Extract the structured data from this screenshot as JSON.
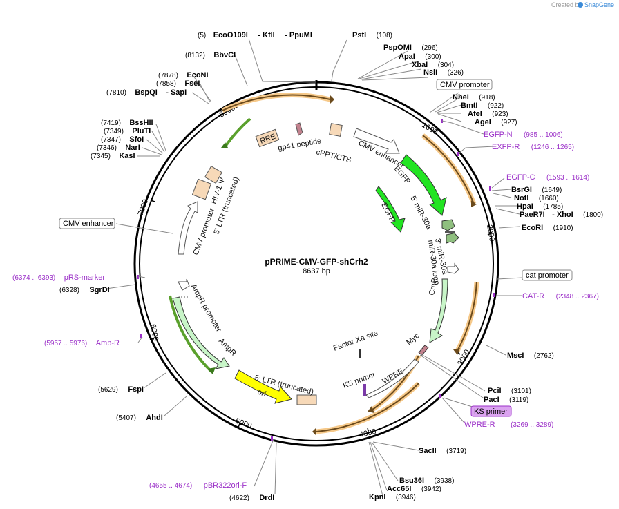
{
  "brand": {
    "created_by": "Created by",
    "app_name": "SnapGene"
  },
  "map": {
    "name": "pPRIME-CMV-GFP-shCrh2",
    "size": "8637 bp",
    "ticks": [
      "1000",
      "2000",
      "3000",
      "4000",
      "5000",
      "6000",
      "7000",
      "8000"
    ]
  },
  "enzymes": [
    {
      "pos": "(5)",
      "name": "EcoO109I"
    },
    {
      "name": "- KflI"
    },
    {
      "name": "- PpuMI"
    },
    {
      "name": "PstI",
      "pos": "(108)"
    },
    {
      "name": "PspOMI",
      "pos": "(296)"
    },
    {
      "name": "ApaI",
      "pos": "(300)"
    },
    {
      "name": "XbaI",
      "pos": "(304)"
    },
    {
      "name": "NsiI",
      "pos": "(326)"
    },
    {
      "name": "NheI",
      "pos": "(918)"
    },
    {
      "name": "BmtI",
      "pos": "(922)"
    },
    {
      "name": "AfeI",
      "pos": "(923)"
    },
    {
      "name": "AgeI",
      "pos": "(927)"
    },
    {
      "name": "BsrGI",
      "pos": "(1649)"
    },
    {
      "name": "NotI",
      "pos": "(1660)"
    },
    {
      "name": "HpaI",
      "pos": "(1785)"
    },
    {
      "name": "PaeR7I",
      "pos": "(1800)"
    },
    {
      "name": "- XhoI"
    },
    {
      "name": "EcoRI",
      "pos": "(1910)"
    },
    {
      "name": "MscI",
      "pos": "(2762)"
    },
    {
      "name": "PciI",
      "pos": "(3101)"
    },
    {
      "name": "PacI",
      "pos": "(3119)"
    },
    {
      "name": "SacII",
      "pos": "(3719)"
    },
    {
      "name": "Bsu36I",
      "pos": "(3938)"
    },
    {
      "name": "Acc65I",
      "pos": "(3942)"
    },
    {
      "name": "KpnI",
      "pos": "(3946)"
    },
    {
      "pos": "(4622)",
      "name": "DrdI"
    },
    {
      "pos": "(5407)",
      "name": "AhdI"
    },
    {
      "pos": "(5629)",
      "name": "FspI"
    },
    {
      "pos": "(6328)",
      "name": "SgrDI"
    },
    {
      "pos": "(7345)",
      "name": "KasI"
    },
    {
      "pos": "(7346)",
      "name": "NarI"
    },
    {
      "pos": "(7347)",
      "name": "SfoI"
    },
    {
      "pos": "(7349)",
      "name": "PluTI"
    },
    {
      "pos": "(7419)",
      "name": "BssHII"
    },
    {
      "pos": "(7810)",
      "name": "BspQI"
    },
    {
      "name": "- SapI"
    },
    {
      "pos": "(7858)",
      "name": "FseI"
    },
    {
      "pos": "(7878)",
      "name": "EcoNI"
    },
    {
      "pos": "(8132)",
      "name": "BbvCI"
    }
  ],
  "primers": [
    {
      "name": "EGFP-N",
      "range": "(985 .. 1006)"
    },
    {
      "name": "EXFP-R",
      "range": "(1246 .. 1265)"
    },
    {
      "name": "EGFP-C",
      "range": "(1593 .. 1614)"
    },
    {
      "name": "CAT-R",
      "range": "(2348 .. 2367)"
    },
    {
      "name": "WPRE-R",
      "range": "(3269 .. 3289)"
    },
    {
      "range": "(4655 .. 4674)",
      "name": "pBR322ori-F"
    },
    {
      "range": "(5957 .. 5976)",
      "name": "Amp-R"
    },
    {
      "range": "(6374 .. 6393)",
      "name": "pRS-marker"
    }
  ],
  "boxed": {
    "cmv_promoter": "CMV promoter",
    "cat_promoter": "cat promoter",
    "ks_primer": "KS primer",
    "cmv_enhancer": "CMV enhancer"
  },
  "features": {
    "rre": "RRE",
    "gp41": "gp41 peptide",
    "cppt": "cPPT/CTS",
    "cmv_enh": "CMV enhancer",
    "egfp1": "EGFP",
    "egfp2": "EGFP",
    "mir5": "5' miR-30a",
    "mir3": "3' miR-30a",
    "loop": "miR-30a loop",
    "cmr": "CmR",
    "myc": "Myc",
    "factorxa": "Factor Xa site",
    "ks": "KS primer",
    "wpre": "WPRE",
    "ltr_trunc": "5' LTR (truncated)",
    "ori": "ori",
    "ampr": "AmpR",
    "ampr_prom": "AmpR promoter",
    "cmv_prom": "CMV promoter",
    "ltr5": "5' LTR (truncated)",
    "hiv": "HIV-1 Ψ"
  }
}
